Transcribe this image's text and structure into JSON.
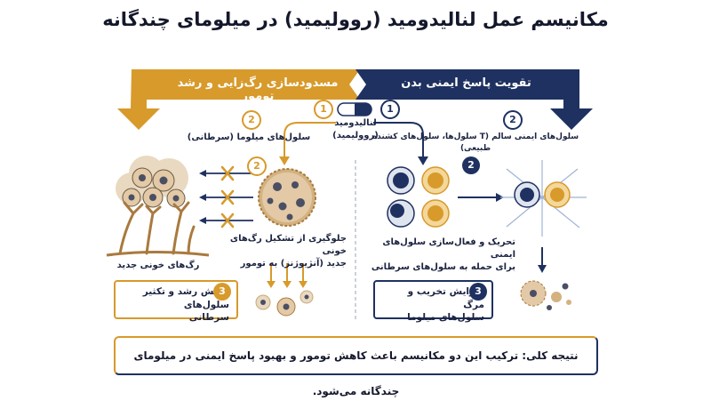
{
  "title": "مکانیسم عمل لنالیدومید (روولیمید) در میلومای چندگانه",
  "banners": {
    "left": "مسدودسازی رگ‌زایی و رشد تومور",
    "right": "تقویت پاسخ ایمنی بدن"
  },
  "drug": {
    "badge": "1",
    "badge_right": "1",
    "label_line1": "لنالیدومید",
    "label_line2": "(روولیمید)"
  },
  "left_side": {
    "badge_top": "2",
    "myeloma_label": "سلول‌های میلوما (سرطانی)",
    "badge_mid": "2",
    "vessels_label": "رگ‌های خونی جدید",
    "angio_line1": "جلوگیری از تشکیل رگ‌های خونی",
    "angio_line2": "جدید (آنژیوژنز) به تومور",
    "box_badge": "3",
    "box_line1": "کاهش رشد و تکثیر",
    "box_line2": "سلول‌های سرطانی"
  },
  "right_side": {
    "badge_top": "2",
    "immune_label": "سلول‌های ایمنی سالم (T سلول‌ها، سلول‌های کشنده طبیعی)",
    "badge_mid": "2",
    "activate_line1": "تحریک و فعال‌سازی سلول‌های ایمنی",
    "activate_line2": "برای حمله به سلول‌های سرطانی",
    "box_badge": "3",
    "box_line1": "افزایش تخریب و مرگ",
    "box_line2": "سلول‌های میلوما"
  },
  "conclusion": "نتیجه کلی: ترکیب این دو مکانیسم باعث کاهش تومور و بهبود پاسخ ایمنی در میلومای چندگانه می‌شود.",
  "colors": {
    "navy": "#1e3160",
    "gold": "#d79a2b",
    "tan": "#e9cfa4",
    "dark_cell": "#4a4f63"
  }
}
